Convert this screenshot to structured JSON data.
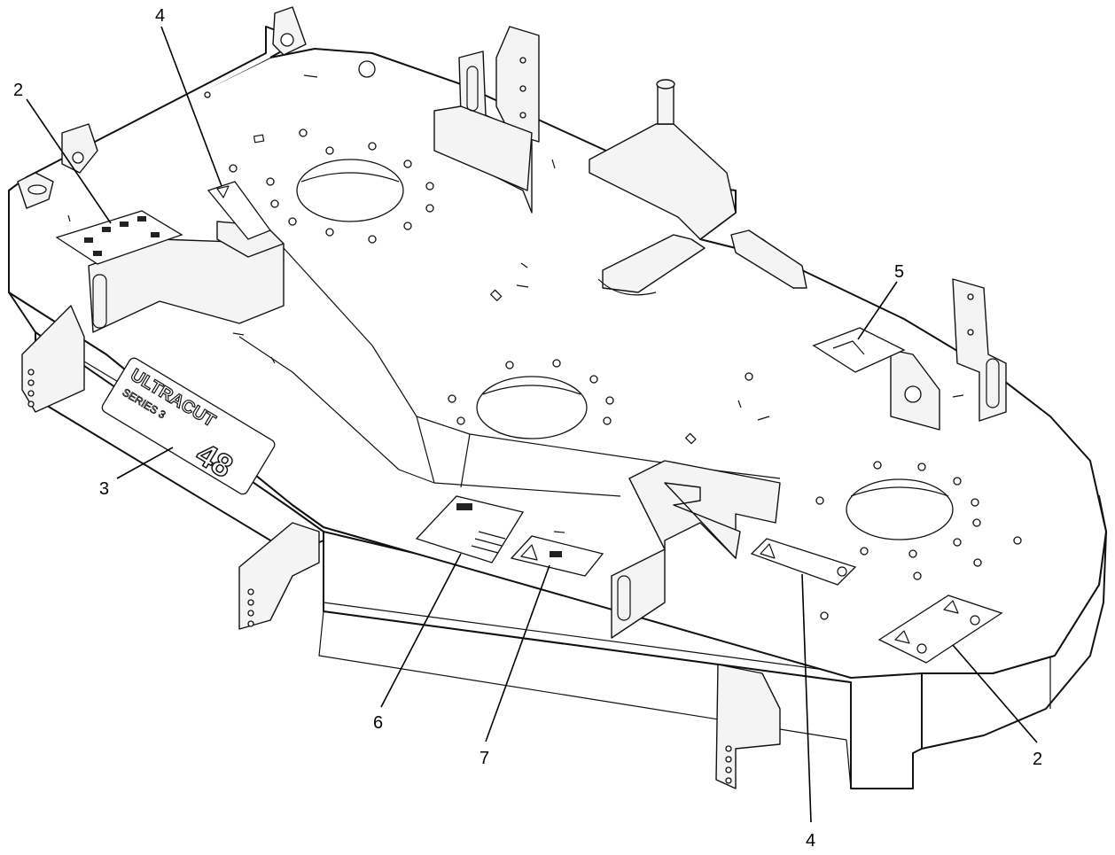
{
  "callouts": [
    {
      "id": "c2a",
      "label": "2"
    },
    {
      "id": "c4a",
      "label": "4"
    },
    {
      "id": "c3",
      "label": "3"
    },
    {
      "id": "c5",
      "label": "5"
    },
    {
      "id": "c6",
      "label": "6"
    },
    {
      "id": "c7",
      "label": "7"
    },
    {
      "id": "c4b",
      "label": "4"
    },
    {
      "id": "c2b",
      "label": "2"
    }
  ],
  "logo": {
    "brand": "ULTRACUT",
    "series": "SERIES 3",
    "size": "48"
  }
}
